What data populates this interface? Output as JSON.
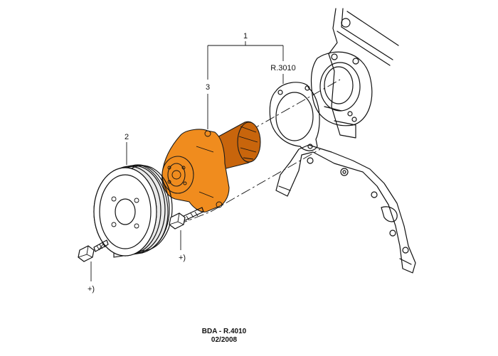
{
  "diagram": {
    "callouts": {
      "assembly_number": "1",
      "pulley_number": "2",
      "pump_number": "3",
      "gasket_reference": "R.3010",
      "bolt_note_left": "+)",
      "bolt_note_right": "+)"
    },
    "footer": {
      "reference": "BDA - R.4010",
      "date": "02/2008"
    },
    "colors": {
      "highlight": "#f08c1e",
      "highlight_dark": "#c8650c",
      "line": "#111111",
      "paper": "#ffffff"
    }
  }
}
